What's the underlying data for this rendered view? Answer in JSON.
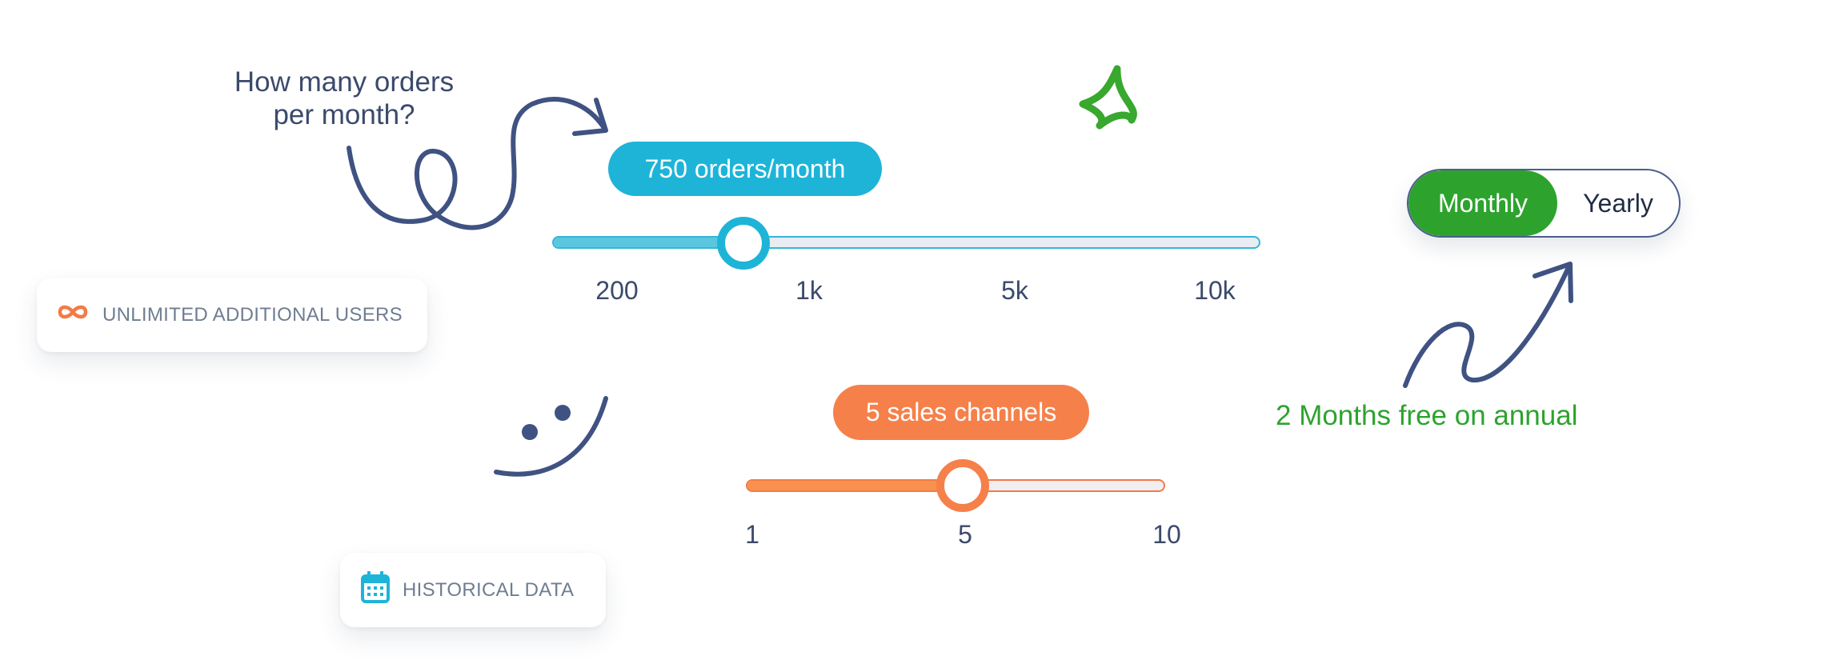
{
  "question": {
    "line1": "How many orders",
    "line2": "per month?"
  },
  "orders_slider": {
    "badge": "750 orders/month",
    "value": 750,
    "ticks": [
      "200",
      "1k",
      "5k",
      "10k"
    ],
    "accent": "#1eb4d8"
  },
  "channels_slider": {
    "badge": "5 sales channels",
    "value": 5,
    "ticks": [
      "1",
      "5",
      "10"
    ],
    "accent": "#f6804a"
  },
  "features": {
    "users": {
      "label": "UNLIMITED ADDITIONAL USERS",
      "icon": "infinity-icon"
    },
    "history": {
      "label": "HISTORICAL DATA",
      "icon": "calendar-icon"
    }
  },
  "billing_toggle": {
    "monthly": "Monthly",
    "yearly": "Yearly",
    "selected": "Monthly",
    "accent": "#2da32e"
  },
  "promo": {
    "text": "2 Months free on annual"
  }
}
